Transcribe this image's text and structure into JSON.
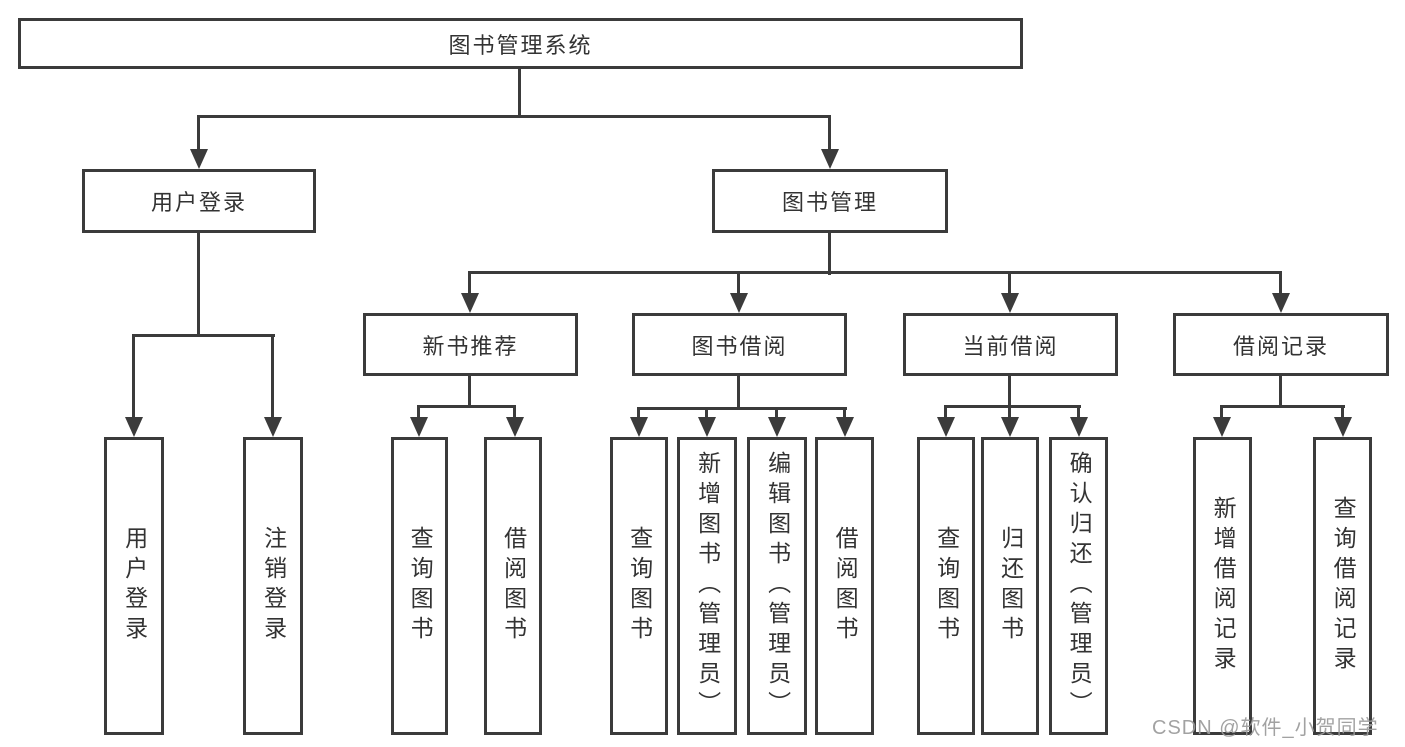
{
  "diagram": {
    "root": {
      "label": "图书管理系统"
    },
    "level2": [
      {
        "label": "用户登录"
      },
      {
        "label": "图书管理"
      }
    ],
    "level3": [
      {
        "label": "新书推荐"
      },
      {
        "label": "图书借阅"
      },
      {
        "label": "当前借阅"
      },
      {
        "label": "借阅记录"
      }
    ],
    "leaves": [
      {
        "label": "用户登录"
      },
      {
        "label": "注销登录"
      },
      {
        "label": "查询图书"
      },
      {
        "label": "借阅图书"
      },
      {
        "label": "查询图书"
      },
      {
        "label": "新增图书（管理员）"
      },
      {
        "label": "编辑图书（管理员）"
      },
      {
        "label": "借阅图书"
      },
      {
        "label": "查询图书"
      },
      {
        "label": "归还图书"
      },
      {
        "label": "确认归还（管理员）"
      },
      {
        "label": "新增借阅记录"
      },
      {
        "label": "查询借阅记录"
      }
    ],
    "watermark": "CSDN @软件_小贺同学",
    "colors": {
      "line": "#3b3b3b",
      "text": "#333333",
      "background": "#ffffff",
      "watermark": "#9b9b9b"
    }
  }
}
